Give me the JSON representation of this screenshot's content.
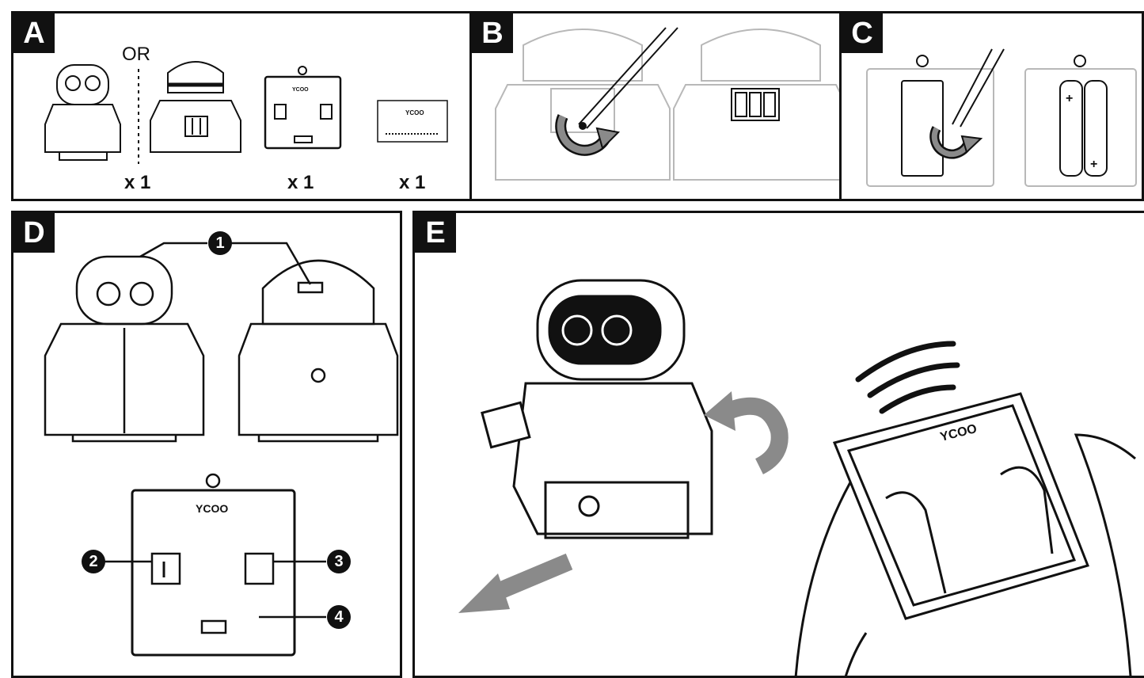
{
  "panels": {
    "a": {
      "label": "A",
      "or_text": "OR",
      "qty_1": "x 1",
      "qty_2": "x 1",
      "qty_3": "x 1"
    },
    "b": {
      "label": "B"
    },
    "c": {
      "label": "C"
    },
    "d": {
      "label": "D",
      "callouts": [
        "1",
        "2",
        "3",
        "4"
      ]
    },
    "e": {
      "label": "E"
    }
  },
  "brand_text": "YCOO",
  "colors": {
    "line": "#111111",
    "gray_arrow": "#8a8a8a",
    "faded": "#b8b8b8"
  }
}
